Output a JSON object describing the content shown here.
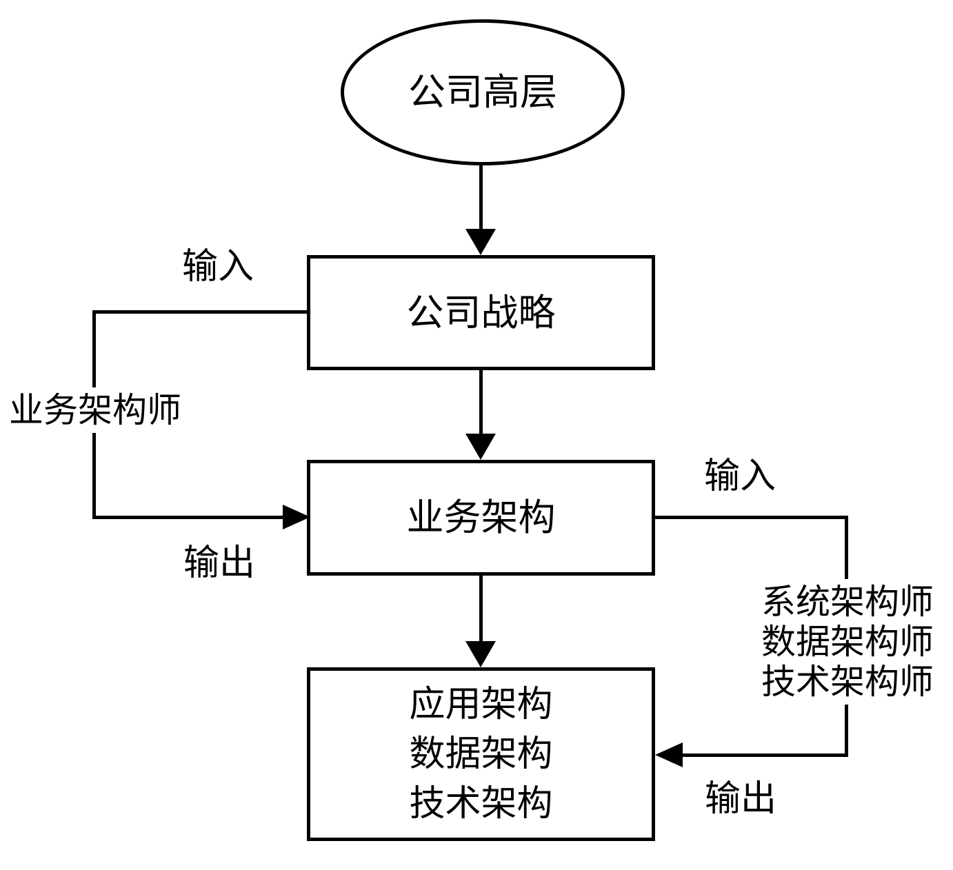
{
  "diagram": {
    "background_color": "#ffffff",
    "line_color": "#000000",
    "nodes": {
      "executives": {
        "label": "公司高层"
      },
      "strategy": {
        "label": "公司战略"
      },
      "business_arch": {
        "label": "业务架构"
      },
      "target_arch": {
        "lines": [
          "应用架构",
          "数据架构",
          "技术架构"
        ]
      }
    },
    "annotations": {
      "left_loop": {
        "input": "输入",
        "role": "业务架构师",
        "output": "输出"
      },
      "right_loop": {
        "input": "输入",
        "roles": [
          "系统架构师",
          "数据架构师",
          "技术架构师"
        ],
        "output": "输出"
      }
    }
  }
}
